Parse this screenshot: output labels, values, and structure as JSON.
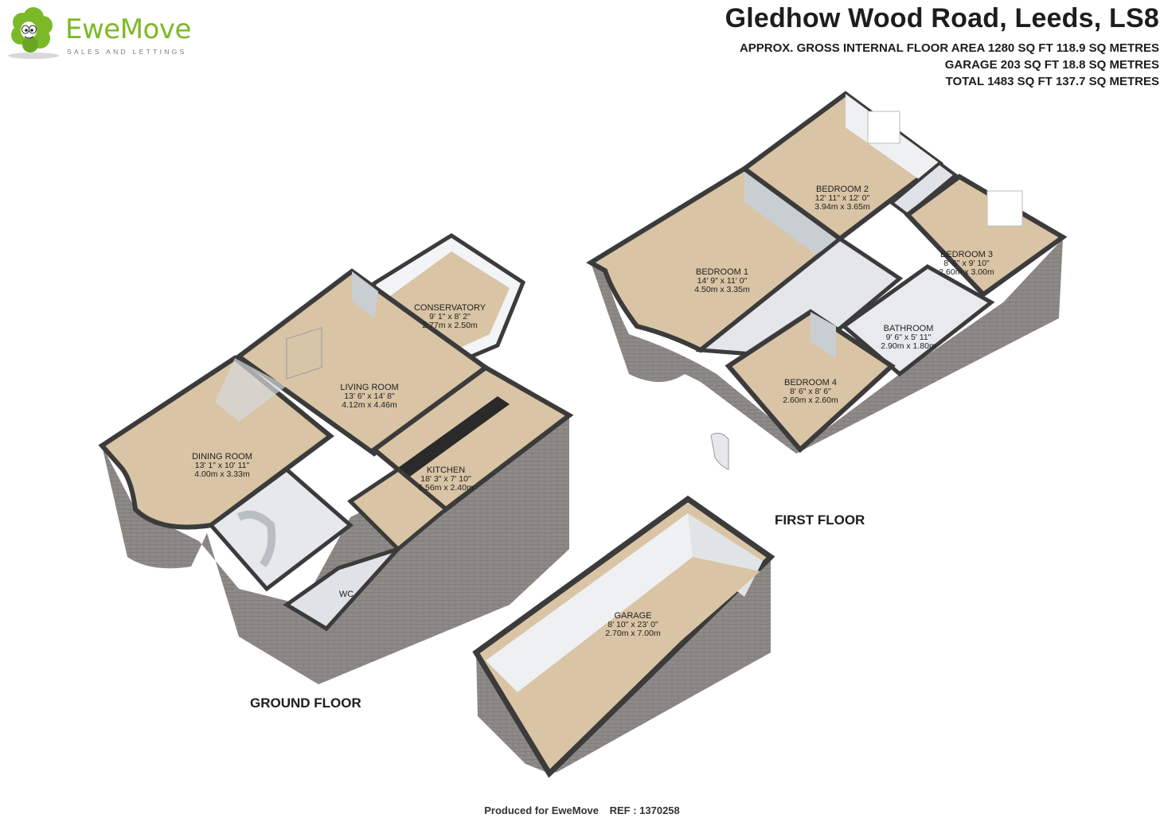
{
  "brand": {
    "name": "EweMove",
    "tagline": "SALES AND LETTINGS",
    "green": "#7cb928",
    "icon": "sheep-mascot-icon"
  },
  "header": {
    "address": "Gledhow Wood Road, Leeds, LS8",
    "area_lines": [
      "APPROX. GROSS INTERNAL FLOOR AREA 1280 SQ FT 118.9 SQ METRES",
      "GARAGE 203 SQ FT 18.8 SQ METRES",
      "TOTAL 1483 SQ FT 137.7 SQ METRES"
    ]
  },
  "colors": {
    "floor": "#d9c4a5",
    "wall_top": "#3b3b3b",
    "interior_wall": "#c9ced3",
    "exterior_brick": "#8a8784",
    "window": "#ffffff"
  },
  "floors": {
    "ground": {
      "label": "GROUND FLOOR",
      "rooms": [
        {
          "name": "CONSERVATORY",
          "imperial": "9' 1\" x 8' 2\"",
          "metric": "2.77m x 2.50m"
        },
        {
          "name": "LIVING ROOM",
          "imperial": "13' 6\" x 14' 8\"",
          "metric": "4.12m x 4.46m"
        },
        {
          "name": "DINING ROOM",
          "imperial": "13' 1\" x 10' 11\"",
          "metric": "4.00m x 3.33m"
        },
        {
          "name": "KITCHEN",
          "imperial": "18' 3\" x 7' 10\"",
          "metric": "5.56m x 2.40m"
        },
        {
          "name": "WC",
          "imperial": "",
          "metric": ""
        }
      ]
    },
    "first": {
      "label": "FIRST FLOOR",
      "rooms": [
        {
          "name": "BEDROOM 2",
          "imperial": "12' 11\" x 12' 0\"",
          "metric": "3.94m x 3.65m"
        },
        {
          "name": "BEDROOM 1",
          "imperial": "14' 9\" x 11' 0\"",
          "metric": "4.50m x 3.35m"
        },
        {
          "name": "BEDROOM 3",
          "imperial": "8' 6\" x 9' 10\"",
          "metric": "2.60m x 3.00m"
        },
        {
          "name": "BATHROOM",
          "imperial": "9' 6\" x 5' 11\"",
          "metric": "2.90m x 1.80m"
        },
        {
          "name": "BEDROOM 4",
          "imperial": "8' 6\" x 8' 6\"",
          "metric": "2.60m x 2.60m"
        }
      ]
    },
    "garage": {
      "rooms": [
        {
          "name": "GARAGE",
          "imperial": "8' 10\" x 23' 0\"",
          "metric": "2.70m x 7.00m"
        }
      ]
    }
  },
  "footer": {
    "produced": "Produced for EweMove",
    "ref": "REF : 1370258"
  }
}
